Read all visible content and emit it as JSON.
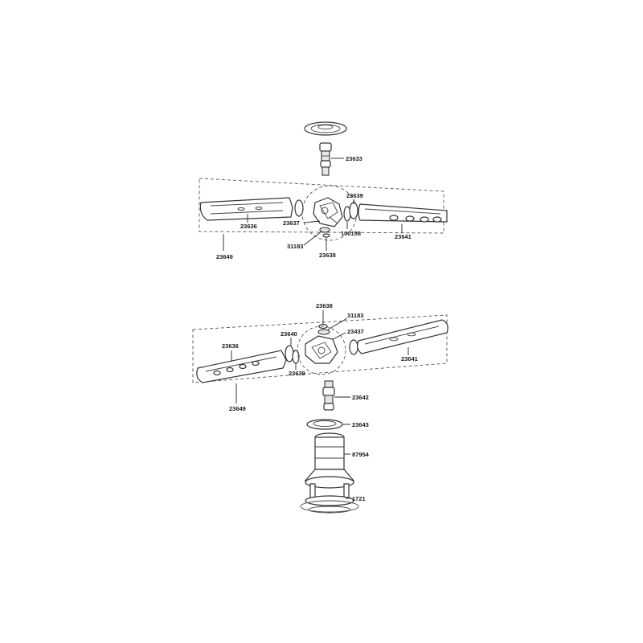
{
  "labels": {
    "top_tube": "23633",
    "top_washer_r": "23639",
    "top_arm_left": "23636",
    "top_hub": "23637",
    "top_clip": "100158",
    "top_arm_right": "23641",
    "top_screw": "31183",
    "top_nut": "23638",
    "top_assembly": "23649",
    "bot_nut": "23638",
    "bot_screw": "31183",
    "bot_washer_a": "23640",
    "bot_hub": "23437",
    "bot_arm_left": "23636",
    "bot_washer_b": "23639",
    "bot_arm_right": "23641",
    "bot_assembly": "23649",
    "bot_shaft": "23642",
    "bot_ring": "23643",
    "bot_column": "87954",
    "bot_base": "1721"
  },
  "colors": {
    "line": "#333333",
    "fill": "#e6e6e6",
    "background": "#ffffff"
  }
}
